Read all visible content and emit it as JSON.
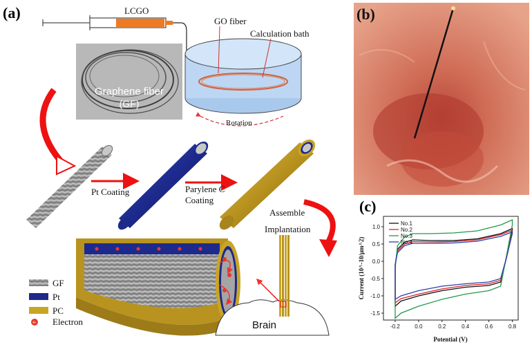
{
  "panels": {
    "a": {
      "letter": "(a)"
    },
    "b": {
      "letter": "(b)"
    },
    "c": {
      "letter": "(c)"
    }
  },
  "schematic": {
    "syringe_label": "LCGO",
    "go_fiber_label": "GO fiber",
    "bath_label": "Calculation bath",
    "rotation_label": "Rotation",
    "photo_label_line1": "Graphene fiber",
    "photo_label_line2": "(GF)",
    "step1_label": "Pt Coating",
    "step2_label_line1": "Parylene C",
    "step2_label_line2": "Coating",
    "step3_label_line1": "Assemble",
    "step3_label_line2": "Implantation",
    "brain_label": "Brain",
    "legend": [
      {
        "label": "GF",
        "color": "#8a8a8a"
      },
      {
        "label": "Pt",
        "color": "#1f2f9a"
      },
      {
        "label": "PC",
        "color": "#c9a526"
      },
      {
        "label": "Electron",
        "color": "#e33a2c",
        "symbol": "e-"
      }
    ]
  },
  "chart_data": {
    "type": "line",
    "xlabel": "Potential (V)",
    "ylabel": "Current (10^-10/μm^2)",
    "xlim": [
      -0.3,
      0.85
    ],
    "ylim": [
      -1.7,
      1.3
    ],
    "xticks": [
      "-0.2",
      "0.0",
      "0.2",
      "0.4",
      "0.6",
      "0.8"
    ],
    "yticks": [
      "1.0",
      "0.5",
      "0.0",
      "-0.5",
      "-1.0",
      "-1.5"
    ],
    "legend_position": "top-left",
    "series": [
      {
        "name": "No.1",
        "color": "#111111",
        "upper": [
          [
            -0.2,
            -0.1
          ],
          [
            -0.18,
            0.35
          ],
          [
            -0.12,
            0.55
          ],
          [
            -0.05,
            0.62
          ],
          [
            0.1,
            0.6
          ],
          [
            0.3,
            0.6
          ],
          [
            0.5,
            0.65
          ],
          [
            0.7,
            0.8
          ],
          [
            0.8,
            0.95
          ]
        ],
        "lower": [
          [
            0.8,
            0.9
          ],
          [
            0.75,
            0.1
          ],
          [
            0.7,
            -0.6
          ],
          [
            0.6,
            -0.7
          ],
          [
            0.4,
            -0.75
          ],
          [
            0.2,
            -0.85
          ],
          [
            0.0,
            -1.0
          ],
          [
            -0.15,
            -1.15
          ],
          [
            -0.2,
            -1.3
          ]
        ]
      },
      {
        "name": "No.2",
        "color": "#d8232a",
        "upper": [
          [
            -0.2,
            -0.1
          ],
          [
            -0.18,
            0.3
          ],
          [
            -0.12,
            0.5
          ],
          [
            -0.05,
            0.57
          ],
          [
            0.1,
            0.56
          ],
          [
            0.3,
            0.57
          ],
          [
            0.5,
            0.62
          ],
          [
            0.7,
            0.77
          ],
          [
            0.8,
            0.9
          ]
        ],
        "lower": [
          [
            0.8,
            0.85
          ],
          [
            0.75,
            0.1
          ],
          [
            0.7,
            -0.55
          ],
          [
            0.6,
            -0.65
          ],
          [
            0.4,
            -0.7
          ],
          [
            0.2,
            -0.8
          ],
          [
            0.0,
            -0.95
          ],
          [
            -0.15,
            -1.08
          ],
          [
            -0.2,
            -1.2
          ]
        ]
      },
      {
        "name": "No.3",
        "color": "#1f9a4a",
        "upper": [
          [
            -0.2,
            -0.2
          ],
          [
            -0.18,
            0.45
          ],
          [
            -0.12,
            0.7
          ],
          [
            -0.05,
            0.8
          ],
          [
            0.1,
            0.8
          ],
          [
            0.3,
            0.82
          ],
          [
            0.5,
            0.88
          ],
          [
            0.7,
            1.05
          ],
          [
            0.8,
            1.2
          ]
        ],
        "lower": [
          [
            0.8,
            1.05
          ],
          [
            0.75,
            0.15
          ],
          [
            0.7,
            -0.72
          ],
          [
            0.6,
            -0.85
          ],
          [
            0.4,
            -0.95
          ],
          [
            0.2,
            -1.1
          ],
          [
            0.0,
            -1.3
          ],
          [
            -0.15,
            -1.5
          ],
          [
            -0.2,
            -1.65
          ]
        ]
      },
      {
        "name": "No.4",
        "color": "#2b3fa8",
        "upper": [
          [
            -0.2,
            -0.1
          ],
          [
            -0.18,
            0.25
          ],
          [
            -0.12,
            0.45
          ],
          [
            -0.05,
            0.52
          ],
          [
            0.1,
            0.52
          ],
          [
            0.3,
            0.53
          ],
          [
            0.5,
            0.58
          ],
          [
            0.7,
            0.72
          ],
          [
            0.8,
            0.85
          ]
        ],
        "lower": [
          [
            0.8,
            0.8
          ],
          [
            0.75,
            0.1
          ],
          [
            0.7,
            -0.5
          ],
          [
            0.6,
            -0.6
          ],
          [
            0.4,
            -0.65
          ],
          [
            0.2,
            -0.72
          ],
          [
            0.0,
            -0.85
          ],
          [
            -0.15,
            -1.0
          ],
          [
            -0.2,
            -1.1
          ]
        ]
      }
    ]
  }
}
